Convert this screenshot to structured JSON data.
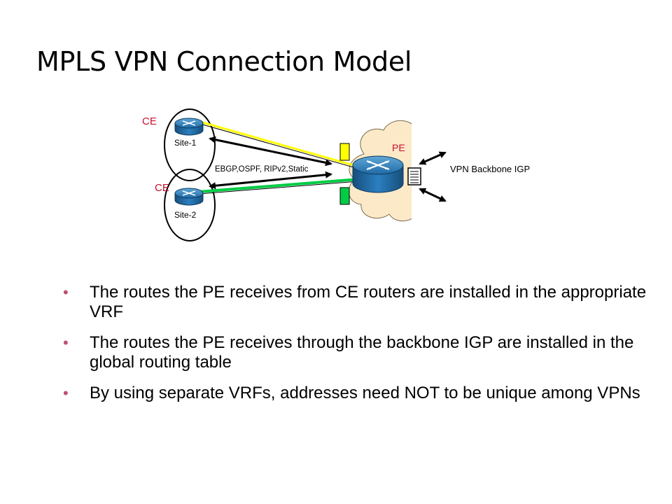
{
  "title": "MPLS VPN Connection Model",
  "diagram": {
    "ce_top_label": "CE",
    "ce_bottom_label": "CE",
    "site1_label": "Site-1",
    "site2_label": "Site-2",
    "pe_label": "PE",
    "protocols_label": "EBGP,OSPF, RIPv2,Static",
    "backbone_label": "VPN Backbone IGP",
    "colors": {
      "ce_label": "#c8102e",
      "vrf_yellow": "#ffff00",
      "vrf_green": "#00cc44",
      "cloud": "#fbe9c8",
      "router_blue": "#1f6aa5"
    }
  },
  "bullets": [
    "The routes the PE receives from CE routers are installed in the appropriate VRF",
    "The routes the PE receives through the backbone IGP are installed in the global routing table",
    "By using separate VRFs, addresses need NOT to be unique among VPNs"
  ]
}
